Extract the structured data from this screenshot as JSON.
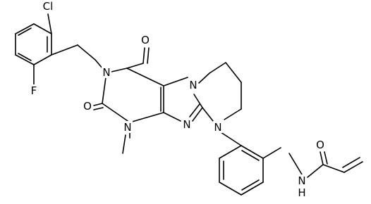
{
  "atoms": {
    "cl": "Cl",
    "f": "F",
    "n_benzyl": "N",
    "o_top": "O",
    "o_left": "O",
    "n_methyl": "N",
    "n_imidazole": "N",
    "n_ring_top": "N",
    "n_ring_aryl": "N",
    "n_amide": "N",
    "h_amide": "H",
    "o_amide": "O"
  },
  "colors": {
    "bond": "#000000",
    "text": "#000000",
    "background": "#ffffff"
  }
}
